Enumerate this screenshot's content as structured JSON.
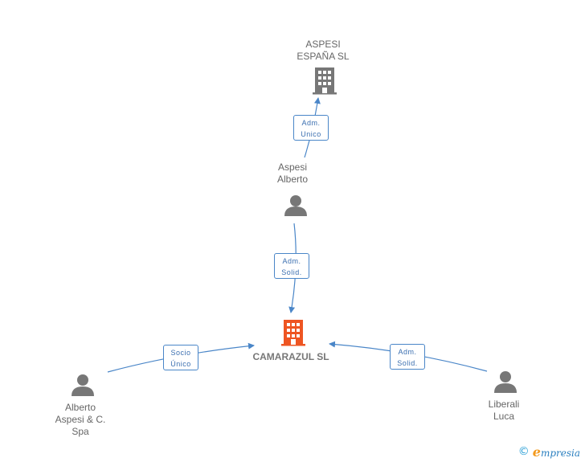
{
  "nodes": {
    "aspesi_espana": {
      "lines": [
        "ASPESI",
        "ESPAÑA SL"
      ],
      "type": "company"
    },
    "aspesi_alberto": {
      "lines": [
        "Aspesi",
        "Alberto"
      ],
      "type": "person"
    },
    "camarazul": {
      "name": "CAMARAZUL SL",
      "type": "company",
      "highlight": "#ee5522"
    },
    "alberto_spa": {
      "lines": [
        "Alberto",
        "Aspesi & C.",
        "Spa"
      ],
      "type": "person"
    },
    "liberali": {
      "lines": [
        "Liberali",
        "Luca"
      ],
      "type": "person"
    }
  },
  "edges": {
    "adm_unico": [
      "Adm.",
      "Unico"
    ],
    "adm_solid_1": [
      "Adm.",
      "Solid."
    ],
    "socio_unico": [
      "Socio",
      "Único"
    ],
    "adm_solid_2": [
      "Adm.",
      "Solid."
    ]
  },
  "colors": {
    "edge": "#4a86c8",
    "icon": "#777777",
    "main": "#ee5522"
  },
  "brand": {
    "copyright": "©",
    "name_initial": "e",
    "name_rest": "mpresia"
  }
}
